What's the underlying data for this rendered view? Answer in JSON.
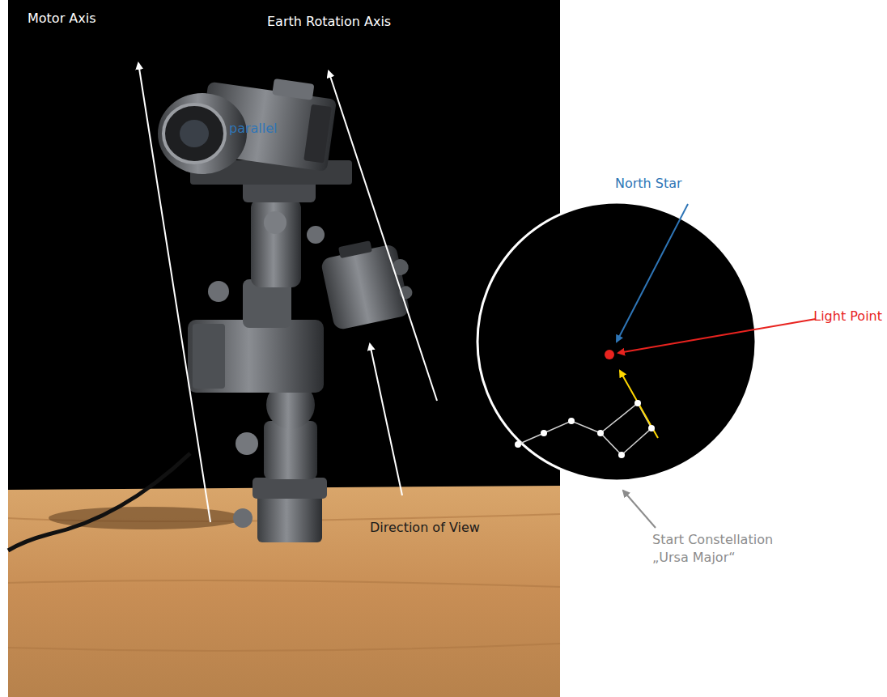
{
  "diagram": {
    "labels": [
      "Motor Axis",
      "Earth Rotation Axis",
      "parallel",
      "Direction of View",
      "North Star",
      "Light Point",
      "Start Constellation „Ursa Major“"
    ]
  }
}
